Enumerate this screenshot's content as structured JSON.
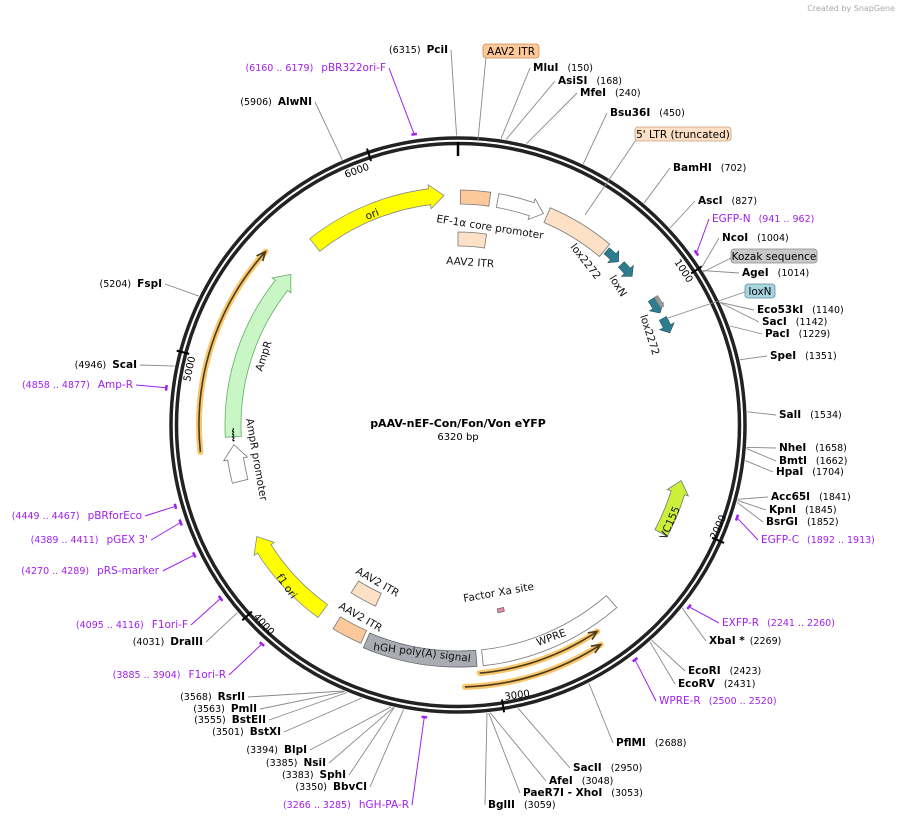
{
  "credit": "Created by SnapGene",
  "plasmid": {
    "name": "pAAV-nEF-Con/Fon/Von eYFP",
    "length": "6320 bp"
  },
  "ticks": [
    "1000",
    "2000",
    "3000",
    "4000",
    "5000",
    "6000"
  ],
  "sites": [
    {
      "name": "PciI",
      "pos": "(6315)"
    },
    {
      "name": "MluI",
      "pos": "(150)"
    },
    {
      "name": "AsiSI",
      "pos": "(168)"
    },
    {
      "name": "MfeI",
      "pos": "(240)"
    },
    {
      "name": "Bsu36I",
      "pos": "(450)"
    },
    {
      "name": "BamHI",
      "pos": "(702)"
    },
    {
      "name": "AscI",
      "pos": "(827)"
    },
    {
      "name": "NcoI",
      "pos": "(1004)"
    },
    {
      "name": "AgeI",
      "pos": "(1014)"
    },
    {
      "name": "Eco53kI",
      "pos": "(1140)"
    },
    {
      "name": "SacI",
      "pos": "(1142)"
    },
    {
      "name": "PacI",
      "pos": "(1229)"
    },
    {
      "name": "SpeI",
      "pos": "(1351)"
    },
    {
      "name": "SalI",
      "pos": "(1534)"
    },
    {
      "name": "NheI",
      "pos": "(1658)"
    },
    {
      "name": "BmtI",
      "pos": "(1662)"
    },
    {
      "name": "HpaI",
      "pos": "(1704)"
    },
    {
      "name": "Acc65I",
      "pos": "(1841)"
    },
    {
      "name": "KpnI",
      "pos": "(1845)"
    },
    {
      "name": "BsrGI",
      "pos": "(1852)"
    },
    {
      "name": "XbaI *",
      "pos": "(2269)"
    },
    {
      "name": "EcoRI",
      "pos": "(2423)"
    },
    {
      "name": "EcoRV",
      "pos": "(2431)"
    },
    {
      "name": "PflMI",
      "pos": "(2688)"
    },
    {
      "name": "SacII",
      "pos": "(2950)"
    },
    {
      "name": "AfeI",
      "pos": "(3048)"
    },
    {
      "name": "PaeR7I - XhoI",
      "pos": "(3053)"
    },
    {
      "name": "BglII",
      "pos": "(3059)"
    },
    {
      "name": "BbvCI",
      "pos": "(3350)"
    },
    {
      "name": "SphI",
      "pos": "(3383)"
    },
    {
      "name": "NsiI",
      "pos": "(3385)"
    },
    {
      "name": "BlpI",
      "pos": "(3394)"
    },
    {
      "name": "BstXI",
      "pos": "(3501)"
    },
    {
      "name": "BstEII",
      "pos": "(3555)"
    },
    {
      "name": "PmlI",
      "pos": "(3563)"
    },
    {
      "name": "RsrII",
      "pos": "(3568)"
    },
    {
      "name": "DraIII",
      "pos": "(4031)"
    },
    {
      "name": "ScaI",
      "pos": "(4946)"
    },
    {
      "name": "FspI",
      "pos": "(5204)"
    },
    {
      "name": "AlwNI",
      "pos": "(5906)"
    }
  ],
  "primers": [
    {
      "name": "pBR322ori-F",
      "pos": "(6160 .. 6179)"
    },
    {
      "name": "EGFP-N",
      "pos": "(941 .. 962)"
    },
    {
      "name": "EGFP-C",
      "pos": "(1892 .. 1913)"
    },
    {
      "name": "EXFP-R",
      "pos": "(2241 .. 2260)"
    },
    {
      "name": "WPRE-R",
      "pos": "(2500 .. 2520)"
    },
    {
      "name": "hGH-PA-R",
      "pos": "(3266 .. 3285)"
    },
    {
      "name": "F1ori-R",
      "pos": "(3885 .. 3904)"
    },
    {
      "name": "F1ori-F",
      "pos": "(4095 .. 4116)"
    },
    {
      "name": "pRS-marker",
      "pos": "(4270 .. 4289)"
    },
    {
      "name": "pGEX 3'",
      "pos": "(4389 .. 4411)"
    },
    {
      "name": "pBRforEco",
      "pos": "(4449 .. 4467)"
    },
    {
      "name": "Amp-R",
      "pos": "(4858 .. 4877)"
    }
  ],
  "feature_boxes": {
    "aav2_itr_top": "AAV2 ITR",
    "ltr": "5' LTR (truncated)",
    "kozak": "Kozak sequence",
    "loxn": "loxN"
  },
  "features": {
    "ori": "ori",
    "ef1a": "EF-1α core promoter",
    "aav2_itr_inner_top": "AAV2 ITR",
    "lox2272_a": "lox2272",
    "loxN": "loxN",
    "lox2272_b": "lox2272",
    "vc155": "VC155",
    "factor_xa": "Factor Xa site",
    "wpre": "WPRE",
    "hgh": "hGH poly(A) signal",
    "aav2_itr_inner_bottom": "AAV2 ITR",
    "aav2_itr_outer_bottom": "AAV2 ITR",
    "f1ori": "f1 ori",
    "ampr": "AmpR",
    "ampr_promoter": "AmpR promoter"
  },
  "colors": {
    "primer": "#a020f0",
    "ori": "#ffff00",
    "itr": "#fdc99a",
    "ltr": "#fde0c5",
    "lox": "#2e7d8f",
    "ampr": "#c8f7c5",
    "hgh": "#a9adb3",
    "vc155": "#ccf03a"
  }
}
